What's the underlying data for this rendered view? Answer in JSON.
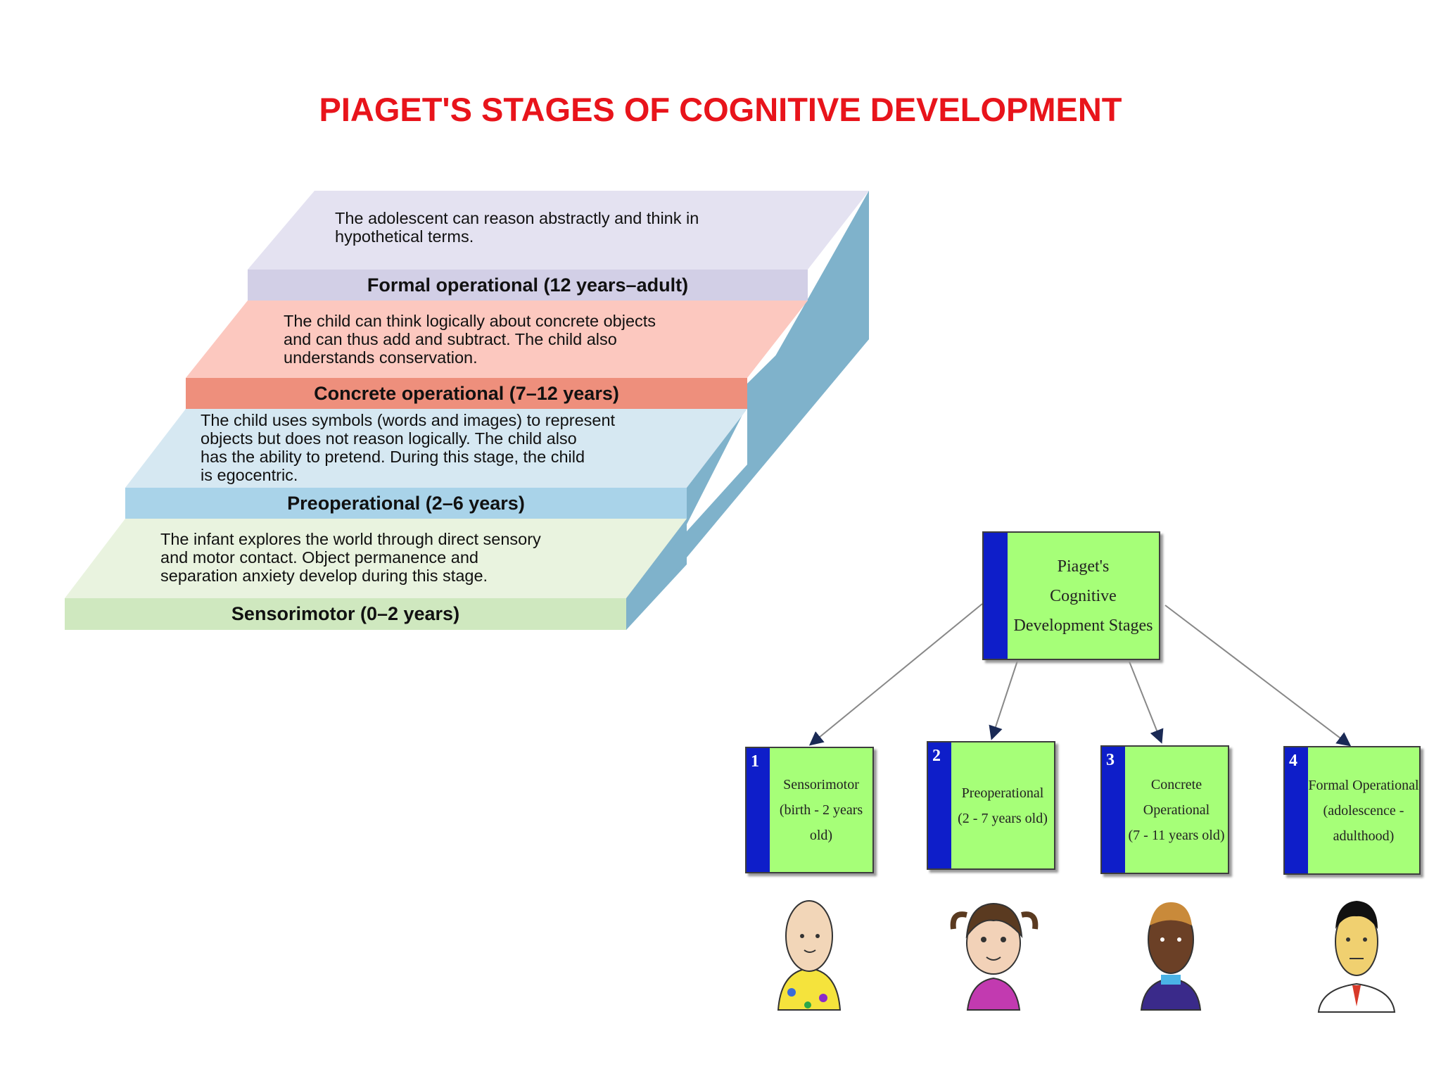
{
  "title": "PIAGET'S STAGES OF COGNITIVE DEVELOPMENT",
  "stairs": [
    {
      "label": "Formal operational (12 years–adult)",
      "description": "The adolescent can reason abstractly and think in\nhypothetical terms."
    },
    {
      "label": "Concrete operational (7–12 years)",
      "description": "The child can think logically about concrete objects\nand can thus add and subtract. The child also\nunderstands conservation."
    },
    {
      "label": "Preoperational (2–6 years)",
      "description": "The child uses symbols (words and images) to represent\nobjects but does not reason logically. The child also\nhas the ability to pretend. During this stage, the child\nis egocentric."
    },
    {
      "label": "Sensorimotor (0–2 years)",
      "description": "The infant explores the world through direct sensory\nand motor contact. Object permanence and\nseparation anxiety develop during this stage."
    }
  ],
  "tree": {
    "root": "Piaget's\nCognitive\nDevelopment Stages",
    "children": [
      {
        "number": "1",
        "text": "Sensorimotor\n(birth - 2 years\nold)"
      },
      {
        "number": "2",
        "text": "Preoperational\n(2 - 7 years old)"
      },
      {
        "number": "3",
        "text": "Concrete\nOperational\n(7 - 11 years old)"
      },
      {
        "number": "4",
        "text": "Formal Operational\n(adolescence -\nadulthood)"
      }
    ]
  },
  "colors": {
    "title": "#e8141b",
    "formal_label": "#d2cfe6",
    "formal_top": "#e4e2f1",
    "concrete_label": "#ee8f7c",
    "concrete_top": "#fcc8bf",
    "preop_label": "#a9d3e9",
    "preop_top": "#d6e8f2",
    "sensori_label": "#cfe8bf",
    "sensori_top": "#e9f3df",
    "riser": "#7fb2cb",
    "tree_box": "#a6ff78",
    "tree_bar": "#0e1ec9"
  }
}
